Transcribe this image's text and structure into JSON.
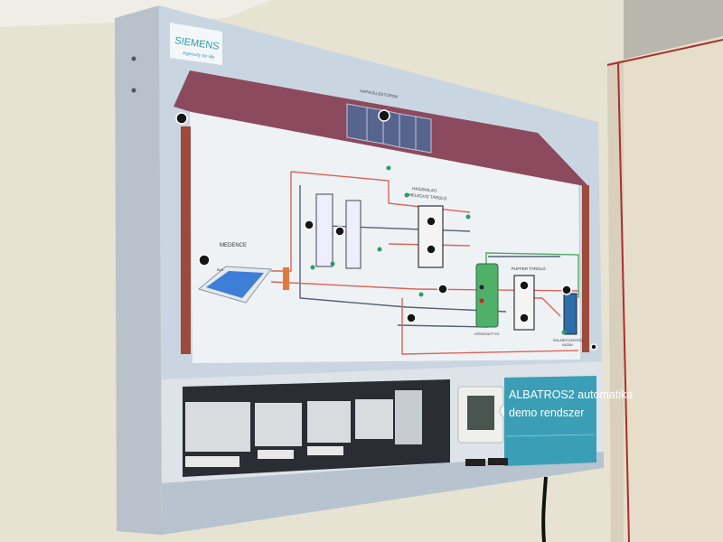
{
  "brand": {
    "name": "SIEMENS",
    "tagline": "Ingenuity for life",
    "color": "#2a9bad"
  },
  "diagram": {
    "solar_label": "NAPKOLLEKTOROK",
    "pool_label": "MEDENCE",
    "dhw_label_1": "HASZNÁLATI",
    "dhw_label_2": "MELEGVÍZ TÁROLÓ",
    "buffer_label": "PUFFER TÁROLÓ",
    "heatpump_label": "HŐSZIVATTYÚ",
    "boiler_label_1": "SZILÁRDTÜZELÉSŰ",
    "boiler_label_2": "KAZÁN",
    "sensor_pool": "B13"
  },
  "info_box": {
    "title_line1": "ALBATROS2 automatika",
    "title_line2": "demo rendszer",
    "color": "#3a9fb6"
  },
  "colors": {
    "wall": "#e7e3d2",
    "roof": "#8c4a5e",
    "panel": "#c9d6e1",
    "supply": "#d9645a",
    "return": "#55607a"
  }
}
